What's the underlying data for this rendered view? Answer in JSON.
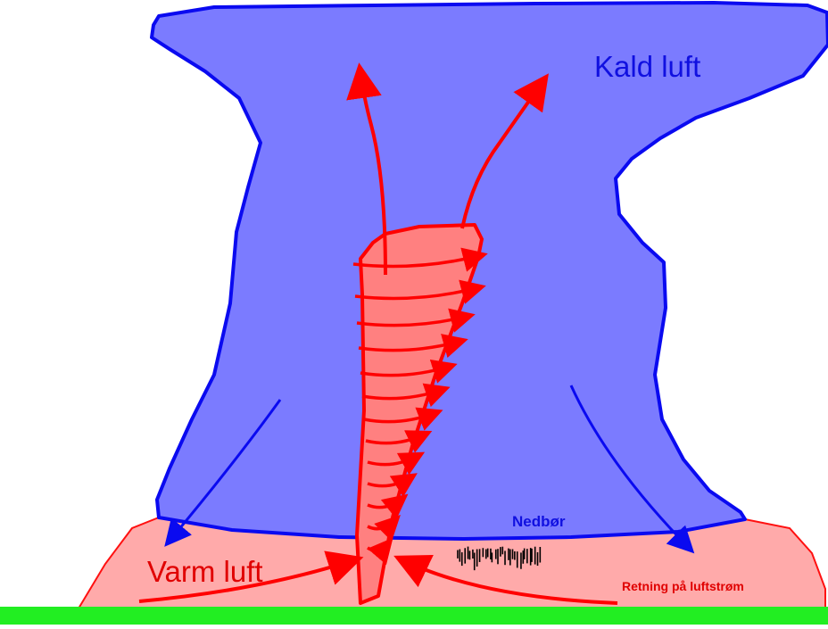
{
  "labels": {
    "cold_air": "Kald luft",
    "warm_air": "Varm luft",
    "precipitation": "Nedbør",
    "airflow_direction": "Retning på luftstrøm"
  },
  "colors": {
    "cold_fill": "#7b7bff",
    "cold_stroke": "#0a0af0",
    "warm_fill": "#ffaaaa",
    "warm_stroke": "#ff1010",
    "vortex_fill": "#ff8080",
    "flow_arrow": "#ff0000",
    "sink_arrow": "#0a0af0",
    "ground": "#22ee22",
    "precip_marks": "#000000"
  },
  "icons": {
    "vortex": "spiral-funnel-icon",
    "arrows": "arrow-icon",
    "precipitation": "rain-marks-icon"
  }
}
